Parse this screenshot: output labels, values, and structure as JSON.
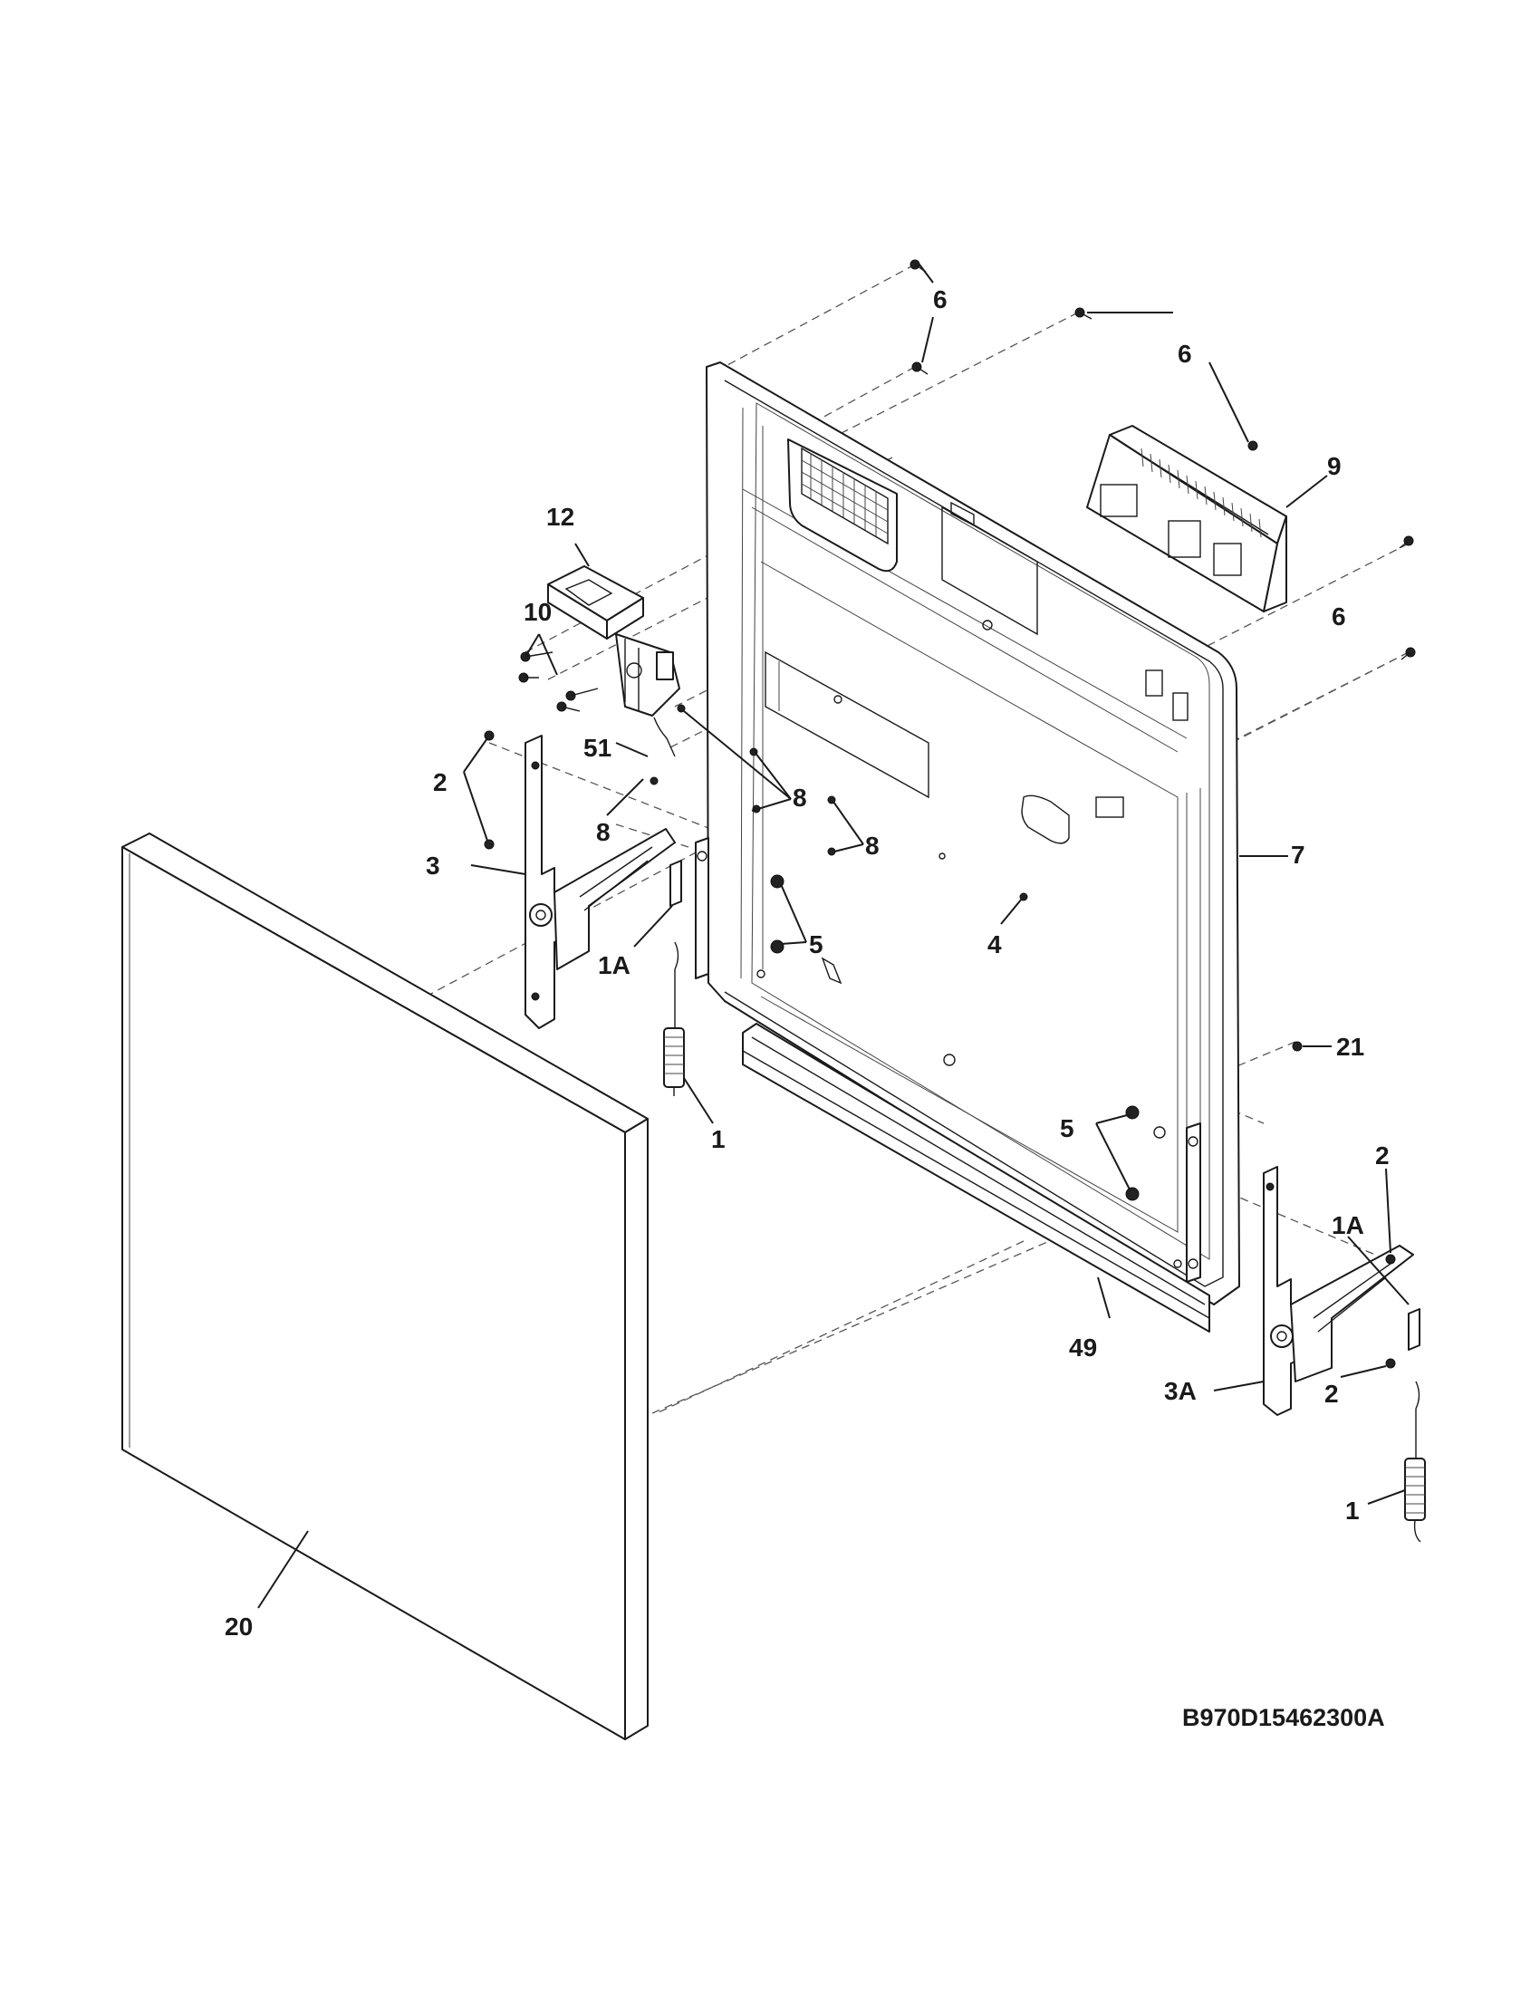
{
  "diagram_id": "B970D15462300A",
  "labels": {
    "l_6a": "6",
    "l_6b": "6",
    "l_6c": "6",
    "l_9": "9",
    "l_12": "12",
    "l_10": "10",
    "l_51": "51",
    "l_2a": "2",
    "l_8a": "8",
    "l_8b": "8",
    "l_8c": "8",
    "l_3": "3",
    "l_1Aa": "1A",
    "l_5a": "5",
    "l_4": "4",
    "l_7": "7",
    "l_21": "21",
    "l_1a": "1",
    "l_5b": "5",
    "l_2b": "2",
    "l_1Ab": "1A",
    "l_49": "49",
    "l_3A": "3A",
    "l_2c": "2",
    "l_1b": "1",
    "l_20": "20"
  }
}
